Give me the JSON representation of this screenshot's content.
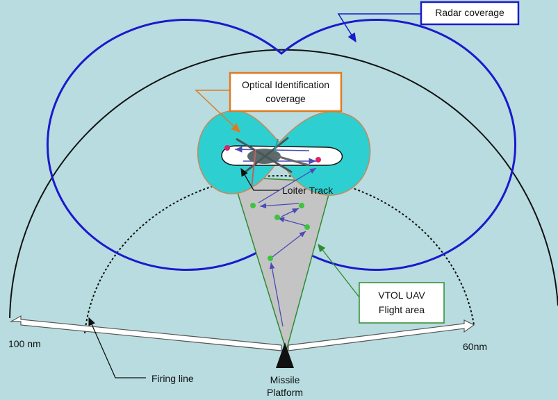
{
  "labels": {
    "radar": "Radar coverage",
    "optical_line1": "Optical Identification",
    "optical_line2": "coverage",
    "loiter": "Loiter Track",
    "vtol_line1": "VTOL UAV",
    "vtol_line2": "Flight area",
    "range_100": "100 nm",
    "range_60": "60nm",
    "firing": "Firing line",
    "missile_line1": "Missile",
    "missile_line2": "Platform"
  },
  "colors": {
    "background": "#b8dce0",
    "radar": "#1a1acc",
    "optical_fill": "#2ecfd0",
    "optical_border": "#e07a1f",
    "flight_area": "#c0c0c0",
    "flight_border": "#2e8b2e",
    "waypoint": "#3dc43d",
    "track_arrow": "#4a4ab8",
    "loiter_dot": "#e0206a"
  }
}
